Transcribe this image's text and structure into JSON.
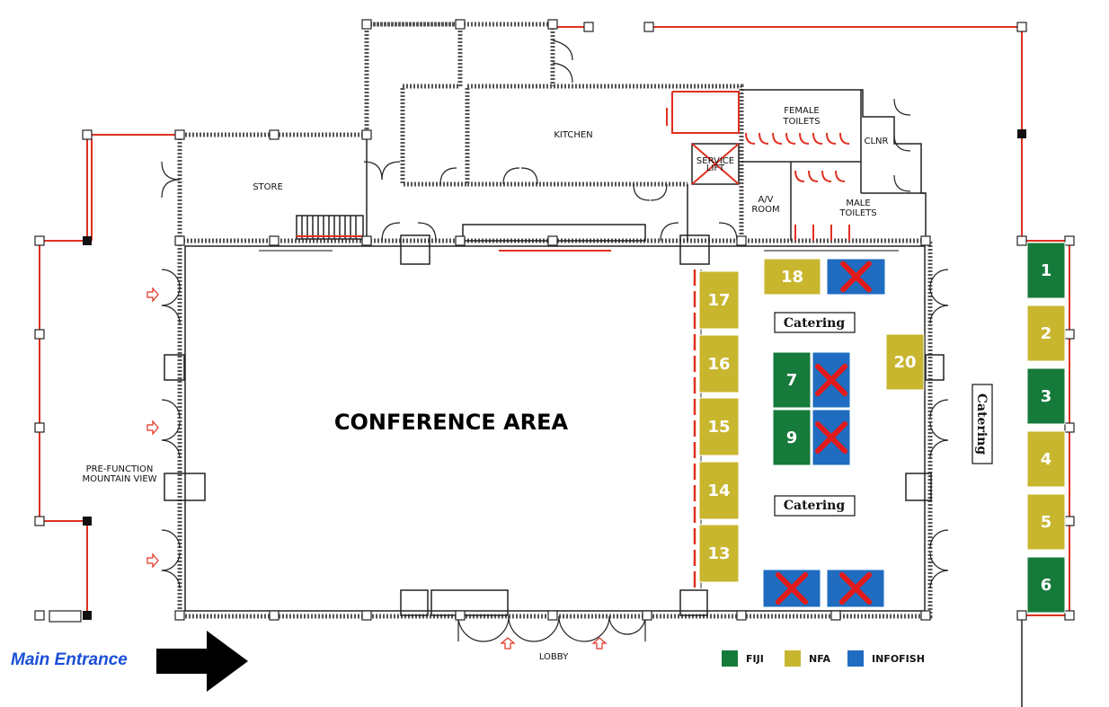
{
  "labels": {
    "conference_area": "CONFERENCE AREA",
    "kitchen": "KITCHEN",
    "store": "STORE",
    "female_toilets_1": "FEMALE",
    "female_toilets_2": "TOILETS",
    "male_toilets_1": "MALE",
    "male_toilets_2": "TOILETS",
    "clnr": "CLNR",
    "service_lift_1": "SERVICE",
    "service_lift_2": "LIFT",
    "av_room_1": "A/V",
    "av_room_2": "ROOM",
    "prefunction_1": "PRE-FUNCTION",
    "prefunction_2": "MOUNTAIN VIEW",
    "lobby": "LOBBY",
    "main_entrance": "Main Entrance"
  },
  "catering": {
    "top": "Catering",
    "bottom": "Catering",
    "right": "Catering"
  },
  "colors": {
    "fiji": "#157a3a",
    "nfa": "#c9b62f",
    "infofish": "#1f6cc0",
    "red_x": "#e11b1b",
    "red_wall": "#e03020"
  },
  "legend": [
    {
      "label": "FIJI",
      "color": "#157a3a"
    },
    {
      "label": "NFA",
      "color": "#c9b62f"
    },
    {
      "label": "INFOFISH",
      "color": "#1f6cc0"
    }
  ],
  "booths": [
    {
      "id": "1",
      "label": "1",
      "org": "FIJI",
      "crossed": false
    },
    {
      "id": "2",
      "label": "2",
      "org": "NFA",
      "crossed": false
    },
    {
      "id": "3",
      "label": "3",
      "org": "FIJI",
      "crossed": false
    },
    {
      "id": "4",
      "label": "4",
      "org": "NFA",
      "crossed": false
    },
    {
      "id": "5",
      "label": "5",
      "org": "NFA",
      "crossed": false
    },
    {
      "id": "6",
      "label": "6",
      "org": "FIJI",
      "crossed": false
    },
    {
      "id": "7",
      "label": "7",
      "org": "FIJI",
      "crossed": false
    },
    {
      "id": "8",
      "label": "",
      "org": "INFOFISH",
      "crossed": true
    },
    {
      "id": "9",
      "label": "9",
      "org": "FIJI",
      "crossed": false
    },
    {
      "id": "10",
      "label": "",
      "org": "INFOFISH",
      "crossed": true
    },
    {
      "id": "13",
      "label": "13",
      "org": "NFA",
      "crossed": false
    },
    {
      "id": "14",
      "label": "14",
      "org": "NFA",
      "crossed": false
    },
    {
      "id": "15",
      "label": "15",
      "org": "NFA",
      "crossed": false
    },
    {
      "id": "16",
      "label": "16",
      "org": "NFA",
      "crossed": false
    },
    {
      "id": "17",
      "label": "17",
      "org": "NFA",
      "crossed": false
    },
    {
      "id": "18",
      "label": "18",
      "org": "NFA",
      "crossed": false
    },
    {
      "id": "19",
      "label": "",
      "org": "INFOFISH",
      "crossed": true
    },
    {
      "id": "20",
      "label": "20",
      "org": "NFA",
      "crossed": false
    },
    {
      "id": "b1",
      "label": "",
      "org": "INFOFISH",
      "crossed": true
    },
    {
      "id": "b2",
      "label": "",
      "org": "INFOFISH",
      "crossed": true
    }
  ]
}
